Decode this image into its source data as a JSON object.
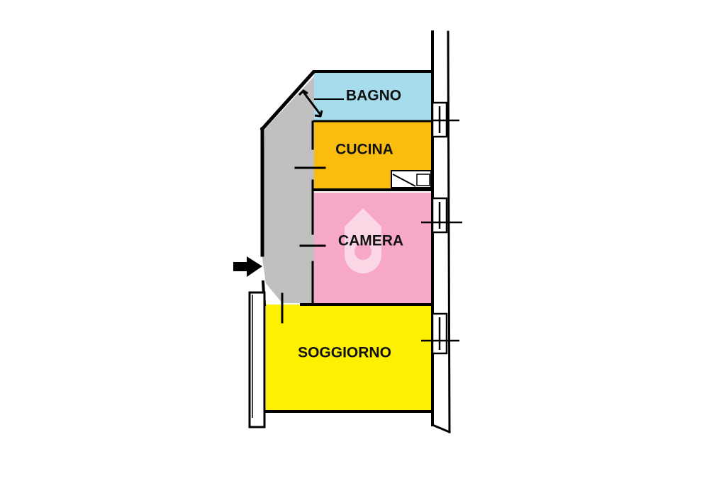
{
  "rooms": {
    "bagno": {
      "label": "BAGNO",
      "color": "#a6dceb"
    },
    "cucina": {
      "label": "CUCINA",
      "color": "#fbbd0d"
    },
    "camera": {
      "label": "CAMERA",
      "color": "#f7a8c8"
    },
    "soggiorno": {
      "label": "SOGGIORNO",
      "color": "#fdf000"
    },
    "corridoio": {
      "color": "#c0c0c0"
    }
  },
  "colors": {
    "wall": "#000000",
    "watermark": "#ffffff"
  },
  "icons": {
    "entrance": "arrow-right-icon",
    "watermark": "house-drop-icon"
  }
}
